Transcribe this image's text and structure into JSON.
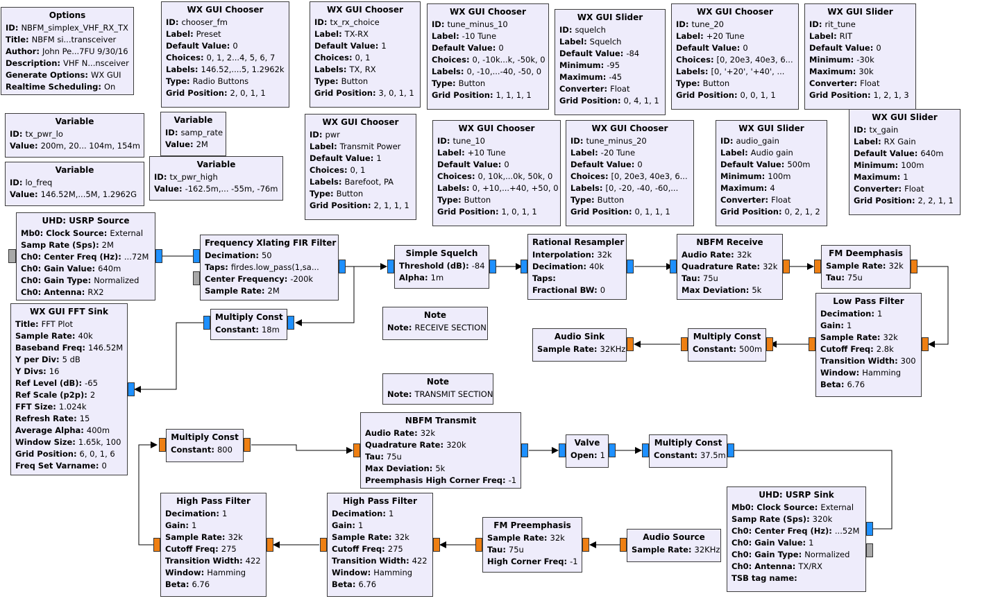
{
  "blocks": [
    {
      "title": "Options",
      "params": [
        [
          "ID",
          "NBFM_simplex_VHF_RX_TX"
        ],
        [
          "Title",
          "NBFM  si...transceiver"
        ],
        [
          "Author",
          "John Pe...7FU 9/30/16"
        ],
        [
          "Description",
          "VHF N...nsceiver"
        ],
        [
          "Generate Options",
          "WX GUI"
        ],
        [
          "Realtime Scheduling",
          "On"
        ]
      ]
    },
    {
      "title": "WX GUI Chooser",
      "params": [
        [
          "ID",
          "chooser_fm"
        ],
        [
          "Label",
          "Preset"
        ],
        [
          "Default Value",
          "0"
        ],
        [
          "Choices",
          "0, 1, 2...4, 5, 6, 7"
        ],
        [
          "Labels",
          "146.52,....5, 1.2962k"
        ],
        [
          "Type",
          "Radio Buttons"
        ],
        [
          "Grid Position",
          "2, 0, 1, 1"
        ]
      ]
    },
    {
      "title": "WX GUI Chooser",
      "params": [
        [
          "ID",
          "tx_rx_choice"
        ],
        [
          "Label",
          "TX-RX"
        ],
        [
          "Default Value",
          "1"
        ],
        [
          "Choices",
          "0, 1"
        ],
        [
          "Labels",
          "TX, RX"
        ],
        [
          "Type",
          "Button"
        ],
        [
          "Grid Position",
          "3, 0, 1, 1"
        ]
      ]
    },
    {
      "title": "WX GUI Chooser",
      "params": [
        [
          "ID",
          "tune_minus_10"
        ],
        [
          "Label",
          "-10 Tune"
        ],
        [
          "Default Value",
          "0"
        ],
        [
          "Choices",
          "0, -10k...k, -50k, 0"
        ],
        [
          "Labels",
          "0, -10,...-40, -50, 0"
        ],
        [
          "Type",
          "Button"
        ],
        [
          "Grid Position",
          "1, 1, 1, 1"
        ]
      ]
    },
    {
      "title": "WX GUI Slider",
      "params": [
        [
          "ID",
          "squelch"
        ],
        [
          "Label",
          "Squelch"
        ],
        [
          "Default Value",
          "-84"
        ],
        [
          "Minimum",
          "-95"
        ],
        [
          "Maximum",
          "-45"
        ],
        [
          "Converter",
          "Float"
        ],
        [
          "Grid Position",
          "0, 4, 1, 1"
        ]
      ]
    },
    {
      "title": "WX GUI Chooser",
      "params": [
        [
          "ID",
          "tune_20"
        ],
        [
          "Label",
          "+20 Tune"
        ],
        [
          "Default Value",
          "0"
        ],
        [
          "Choices",
          "[0, 20e3, 40e3, 6..."
        ],
        [
          "Labels",
          "[0, '+20', '+40', ..."
        ],
        [
          "Type",
          "Button"
        ],
        [
          "Grid Position",
          "0, 0, 1, 1"
        ]
      ]
    },
    {
      "title": "WX GUI Slider",
      "params": [
        [
          "ID",
          "rit_tune"
        ],
        [
          "Label",
          "RIT"
        ],
        [
          "Default Value",
          "0"
        ],
        [
          "Minimum",
          "-30k"
        ],
        [
          "Maximum",
          "30k"
        ],
        [
          "Converter",
          "Float"
        ],
        [
          "Grid Position",
          "1, 2, 1, 3"
        ]
      ]
    },
    {
      "title": "Variable",
      "params": [
        [
          "ID",
          "tx_pwr_lo"
        ],
        [
          "Value",
          "200m, 20... 104m, 154m"
        ]
      ]
    },
    {
      "title": "Variable",
      "params": [
        [
          "ID",
          "samp_rate"
        ],
        [
          "Value",
          "2M"
        ]
      ]
    },
    {
      "title": "Variable",
      "params": [
        [
          "ID",
          "tx_pwr_high"
        ],
        [
          "Value",
          "-162.5m,... -55m, -76m"
        ]
      ]
    },
    {
      "title": "Variable",
      "params": [
        [
          "ID",
          "lo_freq"
        ],
        [
          "Value",
          "146.52M,...5M, 1.2962G"
        ]
      ]
    },
    {
      "title": "WX GUI Chooser",
      "params": [
        [
          "ID",
          "pwr"
        ],
        [
          "Label",
          "Transmit Power"
        ],
        [
          "Default Value",
          "1"
        ],
        [
          "Choices",
          "0, 1"
        ],
        [
          "Labels",
          "Barefoot, PA"
        ],
        [
          "Type",
          "Button"
        ],
        [
          "Grid Position",
          "2, 1, 1, 1"
        ]
      ]
    },
    {
      "title": "WX GUI Chooser",
      "params": [
        [
          "ID",
          "tune_10"
        ],
        [
          "Label",
          "+10 Tune"
        ],
        [
          "Default Value",
          "0"
        ],
        [
          "Choices",
          "0, 10k,...0k, 50k, 0"
        ],
        [
          "Labels",
          "0, +10,...+40, +50, 0"
        ],
        [
          "Type",
          "Button"
        ],
        [
          "Grid Position",
          "1, 0, 1, 1"
        ]
      ]
    },
    {
      "title": "WX GUI Chooser",
      "params": [
        [
          "ID",
          "tune_minus_20"
        ],
        [
          "Label",
          "-20 Tune"
        ],
        [
          "Default Value",
          "0"
        ],
        [
          "Choices",
          "[0, 20e3, 40e3, 6..."
        ],
        [
          "Labels",
          "[0, -20, -40, -60,..."
        ],
        [
          "Type",
          "Button"
        ],
        [
          "Grid Position",
          "0, 1, 1, 1"
        ]
      ]
    },
    {
      "title": "WX GUI Slider",
      "params": [
        [
          "ID",
          "audio_gain"
        ],
        [
          "Label",
          "Audio gain"
        ],
        [
          "Default Value",
          "500m"
        ],
        [
          "Minimum",
          "100m"
        ],
        [
          "Maximum",
          "4"
        ],
        [
          "Converter",
          "Float"
        ],
        [
          "Grid Position",
          "0, 2, 1, 2"
        ]
      ]
    },
    {
      "title": "WX GUI Slider",
      "params": [
        [
          "ID",
          "tx_gain"
        ],
        [
          "Label",
          "RX Gain"
        ],
        [
          "Default Value",
          "640m"
        ],
        [
          "Minimum",
          "100m"
        ],
        [
          "Maximum",
          "1"
        ],
        [
          "Converter",
          "Float"
        ],
        [
          "Grid Position",
          "2, 2, 1, 1"
        ]
      ]
    },
    {
      "title": "UHD: USRP Source",
      "params": [
        [
          "Mb0: Clock Source",
          "External"
        ],
        [
          "Samp Rate (Sps)",
          "2M"
        ],
        [
          "Ch0: Center Freq (Hz)",
          "...72M"
        ],
        [
          "Ch0: Gain Value",
          "640m"
        ],
        [
          "Ch0: Gain Type",
          "Normalized"
        ],
        [
          "Ch0: Antenna",
          "RX2"
        ]
      ]
    },
    {
      "title": "Frequency Xlating FIR Filter",
      "params": [
        [
          "Decimation",
          "50"
        ],
        [
          "Taps",
          "firdes.low_pass(1,sa..."
        ],
        [
          "Center Frequency",
          "-200k"
        ],
        [
          "Sample Rate",
          "2M"
        ]
      ]
    },
    {
      "title": "Simple Squelch",
      "params": [
        [
          "Threshold (dB)",
          "-84"
        ],
        [
          "Alpha",
          "1m"
        ]
      ]
    },
    {
      "title": "Rational Resampler",
      "params": [
        [
          "Interpolation",
          "32k"
        ],
        [
          "Decimation",
          "40k"
        ],
        [
          "Taps",
          ""
        ],
        [
          "Fractional BW",
          "0"
        ]
      ]
    },
    {
      "title": "NBFM Receive",
      "params": [
        [
          "Audio Rate",
          "32k"
        ],
        [
          "Quadrature Rate",
          "32k"
        ],
        [
          "Tau",
          "75u"
        ],
        [
          "Max Deviation",
          "5k"
        ]
      ]
    },
    {
      "title": "FM Deemphasis",
      "params": [
        [
          "Sample Rate",
          "32k"
        ],
        [
          "Tau",
          "75u"
        ]
      ]
    },
    {
      "title": "WX GUI FFT Sink",
      "params": [
        [
          "Title",
          "FFT Plot"
        ],
        [
          "Sample Rate",
          "40k"
        ],
        [
          "Baseband Freq",
          "146.52M"
        ],
        [
          "Y per Div",
          "5 dB"
        ],
        [
          "Y Divs",
          "16"
        ],
        [
          "Ref Level (dB)",
          "-65"
        ],
        [
          "Ref Scale (p2p)",
          "2"
        ],
        [
          "FFT Size",
          "1.024k"
        ],
        [
          "Refresh Rate",
          "15"
        ],
        [
          "Average Alpha",
          "400m"
        ],
        [
          "Window Size",
          "1.65k, 100"
        ],
        [
          "Grid Position",
          "6, 0, 1, 6"
        ],
        [
          "Freq Set Varname",
          "0"
        ]
      ]
    },
    {
      "title": "Multiply Const",
      "params": [
        [
          "Constant",
          "18m"
        ]
      ]
    },
    {
      "title": "Note",
      "params": [
        [
          "Note",
          "RECEIVE SECTION"
        ]
      ]
    },
    {
      "title": "Low Pass Filter",
      "params": [
        [
          "Decimation",
          "1"
        ],
        [
          "Gain",
          "1"
        ],
        [
          "Sample Rate",
          "32k"
        ],
        [
          "Cutoff Freq",
          "2.8k"
        ],
        [
          "Transition Width",
          "300"
        ],
        [
          "Window",
          "Hamming"
        ],
        [
          "Beta",
          "6.76"
        ]
      ]
    },
    {
      "title": "Audio Sink",
      "params": [
        [
          "Sample Rate",
          "32KHz"
        ]
      ]
    },
    {
      "title": "Multiply Const",
      "params": [
        [
          "Constant",
          "500m"
        ]
      ]
    },
    {
      "title": "Note",
      "params": [
        [
          "Note",
          "TRANSMIT SECTION"
        ]
      ]
    },
    {
      "title": "Multiply Const",
      "params": [
        [
          "Constant",
          "800"
        ]
      ]
    },
    {
      "title": "NBFM Transmit",
      "params": [
        [
          "Audio Rate",
          "32k"
        ],
        [
          "Quadrature Rate",
          "320k"
        ],
        [
          "Tau",
          "75u"
        ],
        [
          "Max Deviation",
          "5k"
        ],
        [
          "Preemphasis High Corner Freq",
          "-1"
        ]
      ]
    },
    {
      "title": "Valve",
      "params": [
        [
          "Open",
          "1"
        ]
      ]
    },
    {
      "title": "Multiply Const",
      "params": [
        [
          "Constant",
          "37.5m"
        ]
      ]
    },
    {
      "title": "UHD: USRP Sink",
      "params": [
        [
          "Mb0: Clock Source",
          "External"
        ],
        [
          "Samp Rate (Sps)",
          "320k"
        ],
        [
          "Ch0: Center Freq (Hz)",
          "...52M"
        ],
        [
          "Ch0: Gain Value",
          "1"
        ],
        [
          "Ch0: Gain Type",
          "Normalized"
        ],
        [
          "Ch0: Antenna",
          "TX/RX"
        ],
        [
          "TSB tag name",
          ""
        ]
      ]
    },
    {
      "title": "High Pass Filter",
      "params": [
        [
          "Decimation",
          "1"
        ],
        [
          "Gain",
          "1"
        ],
        [
          "Sample Rate",
          "32k"
        ],
        [
          "Cutoff Freq",
          "275"
        ],
        [
          "Transition Width",
          "422"
        ],
        [
          "Window",
          "Hamming"
        ],
        [
          "Beta",
          "6.76"
        ]
      ]
    },
    {
      "title": "High Pass Filter",
      "params": [
        [
          "Decimation",
          "1"
        ],
        [
          "Gain",
          "1"
        ],
        [
          "Sample Rate",
          "32k"
        ],
        [
          "Cutoff Freq",
          "275"
        ],
        [
          "Transition Width",
          "422"
        ],
        [
          "Window",
          "Hamming"
        ],
        [
          "Beta",
          "6.76"
        ]
      ]
    },
    {
      "title": "FM Preemphasis",
      "params": [
        [
          "Sample Rate",
          "32k"
        ],
        [
          "Tau",
          "75u"
        ],
        [
          "High Corner Freq",
          "-1"
        ]
      ]
    },
    {
      "title": "Audio Source",
      "params": [
        [
          "Sample Rate",
          "32KHz"
        ]
      ]
    }
  ],
  "colors": {
    "block_bg": "#eeecfb",
    "complex_port": "#1e90ff",
    "float_port": "#ee7f13",
    "msg_port": "#a8a8a8"
  }
}
